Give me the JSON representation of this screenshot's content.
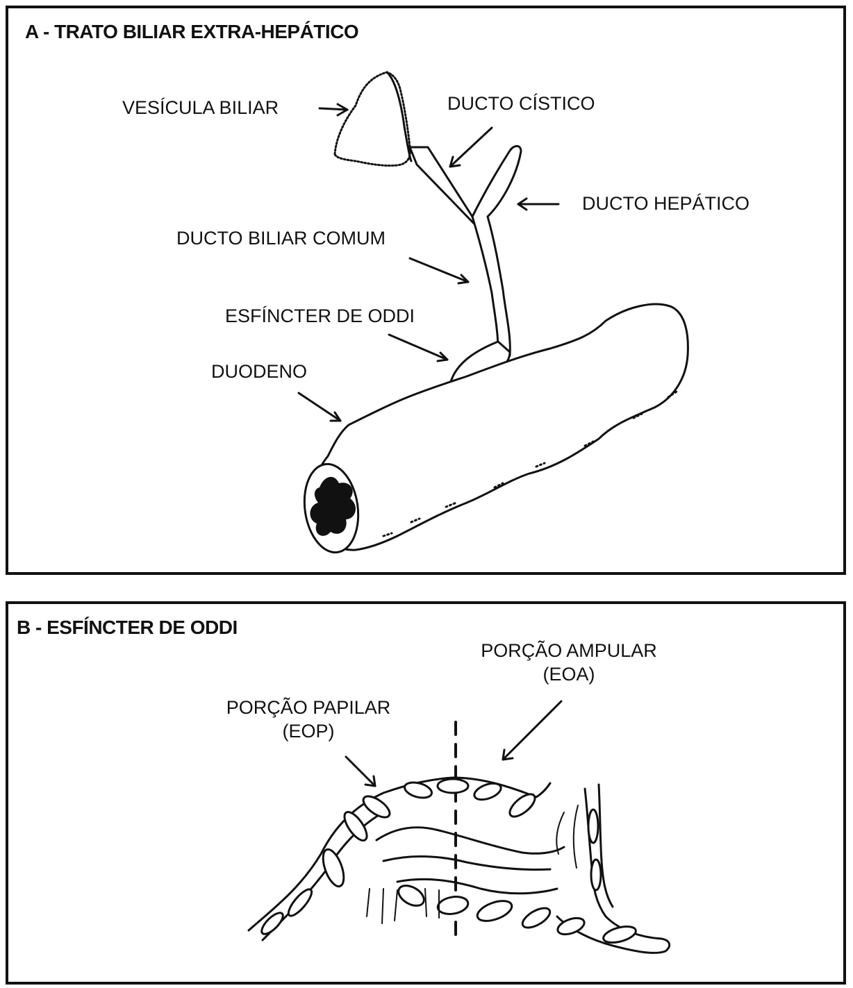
{
  "panel_a": {
    "title": "A - TRATO BILIAR EXTRA-HEPÁTICO",
    "labels": {
      "gallbladder": "VESÍCULA BILIAR",
      "cystic_duct": "DUCTO CÍSTICO",
      "hepatic_duct": "DUCTO HEPÁTICO",
      "common_bile_duct": "DUCTO BILIAR COMUM",
      "sphincter": "ESFÍNCTER DE ODDI",
      "duodenum": "DUODENO"
    }
  },
  "panel_b": {
    "title": "B - ESFÍNCTER DE ODDI",
    "labels": {
      "ampullary_line1": "PORÇÃO AMPULAR",
      "ampullary_line2": "(EOA)",
      "papillary_line1": "PORÇÃO PAPILAR",
      "papillary_line2": "(EOP)"
    }
  },
  "colors": {
    "ink": "#111111",
    "background": "#ffffff"
  }
}
